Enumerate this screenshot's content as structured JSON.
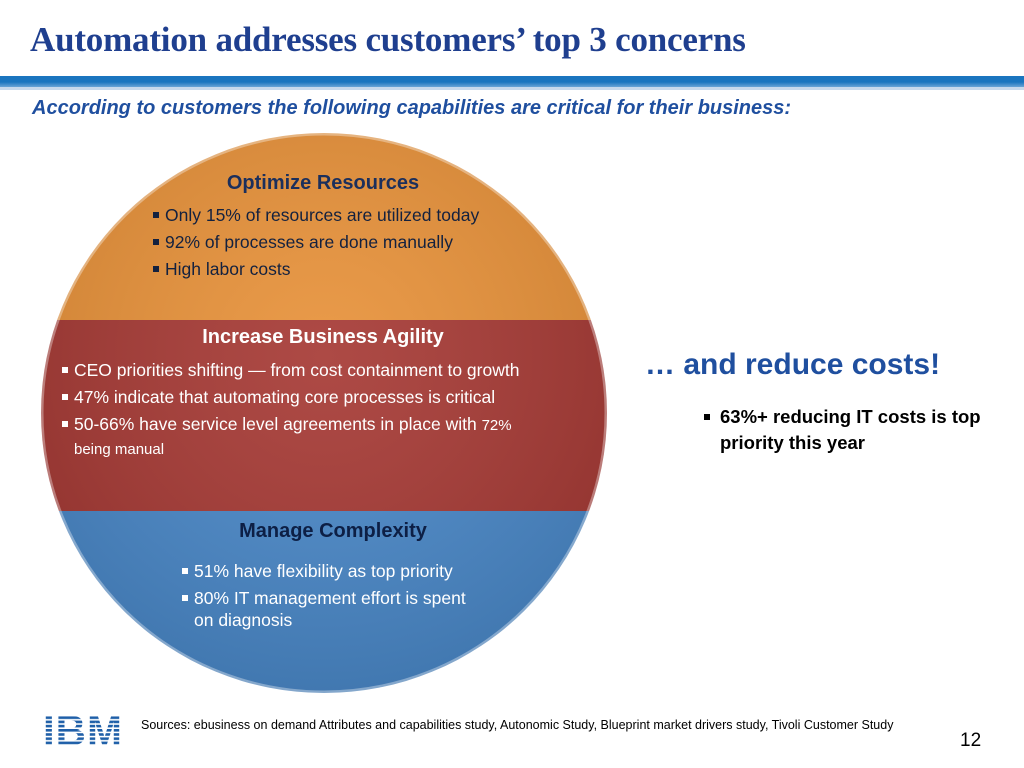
{
  "title": "Automation addresses customers’ top 3 concerns",
  "subtitle": "According to customers the following capabilities are critical for their business:",
  "colors": {
    "title": "#1f3f8f",
    "accent_bar": "#1a75bf",
    "segment_orange": "#e8923a",
    "segment_red": "#a63a35",
    "segment_blue": "#4a88c8"
  },
  "segments": [
    {
      "heading": "Optimize Resources",
      "bullets": [
        "Only 15% of resources are utilized today",
        "92% of processes are done manually",
        "High labor costs"
      ]
    },
    {
      "heading": "Increase Business Agility",
      "bullets": [
        "CEO priorities shifting — from cost containment to growth",
        "47% indicate that automating core processes is critical",
        "50-66% have service level agreements in place with 72% being manual"
      ],
      "bullet3_main": "50-66% have service level agreements in place with",
      "bullet3_small": "72% being manual"
    },
    {
      "heading": "Manage Complexity",
      "bullets": [
        "51% have flexibility as top priority",
        "80% IT management effort is spent on diagnosis"
      ]
    }
  ],
  "callout": {
    "heading": "… and reduce costs!",
    "bullet": "63%+ reducing IT costs is  top priority this year"
  },
  "footer": {
    "logo_text": "IBM",
    "sources": "Sources: ebusiness on demand Attributes and capabilities  study, Autonomic Study, Blueprint market drivers study, Tivoli Customer Study",
    "page_number": "12"
  }
}
